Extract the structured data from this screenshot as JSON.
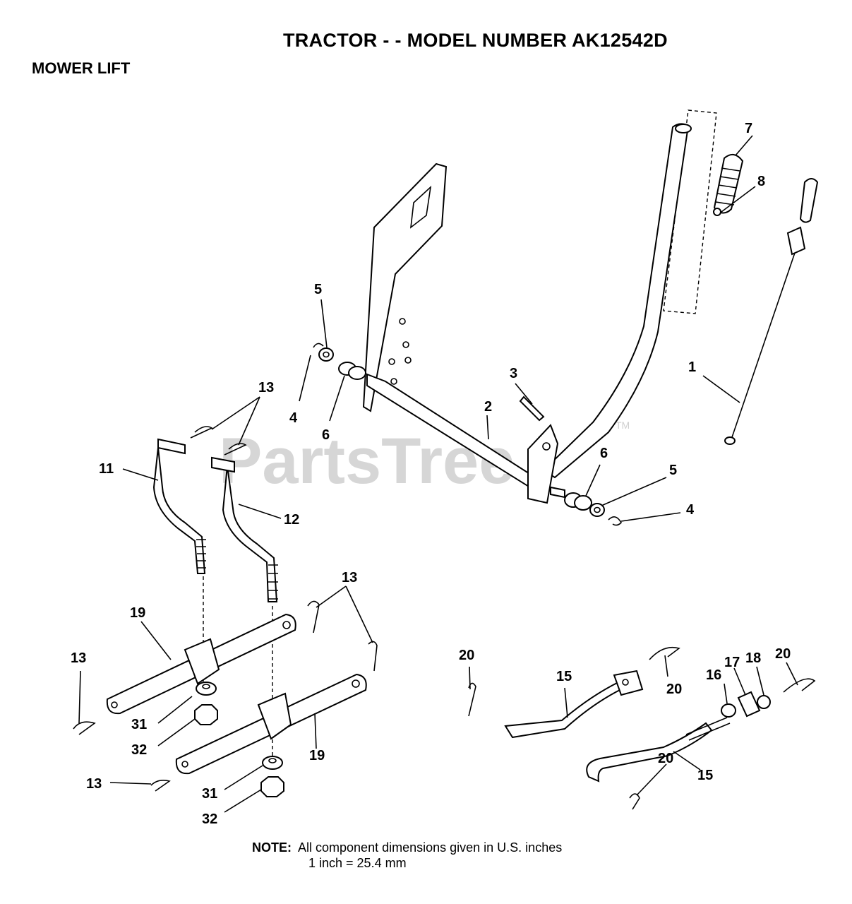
{
  "header": {
    "title": "TRACTOR - - MODEL NUMBER AK12542D",
    "section": "MOWER LIFT"
  },
  "watermark": {
    "text": "PartsTree",
    "trademark": "TM"
  },
  "callouts": [
    {
      "id": "c1",
      "label": "1"
    },
    {
      "id": "c2",
      "label": "2"
    },
    {
      "id": "c3",
      "label": "3"
    },
    {
      "id": "c4a",
      "label": "4"
    },
    {
      "id": "c4b",
      "label": "4"
    },
    {
      "id": "c5a",
      "label": "5"
    },
    {
      "id": "c5b",
      "label": "5"
    },
    {
      "id": "c6a",
      "label": "6"
    },
    {
      "id": "c6b",
      "label": "6"
    },
    {
      "id": "c7",
      "label": "7"
    },
    {
      "id": "c8",
      "label": "8"
    },
    {
      "id": "c11",
      "label": "11"
    },
    {
      "id": "c12",
      "label": "12"
    },
    {
      "id": "c13a",
      "label": "13"
    },
    {
      "id": "c13b",
      "label": "13"
    },
    {
      "id": "c13c",
      "label": "13"
    },
    {
      "id": "c13d",
      "label": "13"
    },
    {
      "id": "c15a",
      "label": "15"
    },
    {
      "id": "c15b",
      "label": "15"
    },
    {
      "id": "c16",
      "label": "16"
    },
    {
      "id": "c17",
      "label": "17"
    },
    {
      "id": "c18",
      "label": "18"
    },
    {
      "id": "c19a",
      "label": "19"
    },
    {
      "id": "c19b",
      "label": "19"
    },
    {
      "id": "c20a",
      "label": "20"
    },
    {
      "id": "c20b",
      "label": "20"
    },
    {
      "id": "c20c",
      "label": "20"
    },
    {
      "id": "c20d",
      "label": "20"
    },
    {
      "id": "c31a",
      "label": "31"
    },
    {
      "id": "c31b",
      "label": "31"
    },
    {
      "id": "c32a",
      "label": "32"
    },
    {
      "id": "c32b",
      "label": "32"
    }
  ],
  "note": {
    "label": "NOTE:",
    "line1": "All component dimensions given in U.S. inches",
    "line2": "1 inch = 25.4 mm"
  },
  "colors": {
    "ink": "#000000",
    "paper": "#ffffff",
    "watermark": "#d6d6d6"
  }
}
